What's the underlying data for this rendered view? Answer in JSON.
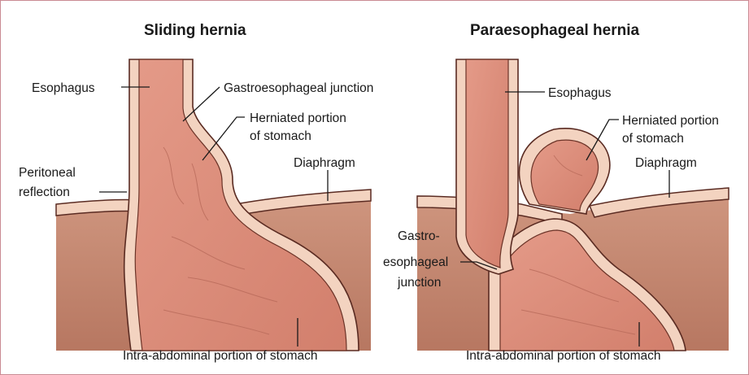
{
  "panels": {
    "sliding": {
      "title": "Sliding hernia",
      "labels": {
        "esophagus": "Esophagus",
        "ge_junction": "Gastroesophageal junction",
        "herniated_1": "Herniated portion",
        "herniated_2": "of stomach",
        "peritoneal_1": "Peritoneal",
        "peritoneal_2": "reflection",
        "diaphragm": "Diaphragm",
        "intra_abdominal": "Intra-abdominal portion of stomach"
      }
    },
    "paraesophageal": {
      "title": "Paraesophageal hernia",
      "labels": {
        "esophagus": "Esophagus",
        "herniated_1": "Herniated portion",
        "herniated_2": "of stomach",
        "diaphragm": "Diaphragm",
        "ge_1": "Gastro-",
        "ge_2": "esophageal",
        "ge_3": "junction",
        "intra_abdominal": "Intra-abdominal portion of stomach"
      }
    }
  },
  "colors": {
    "frame": "#c98a93",
    "tissue_body": "#c98a73",
    "stomach": "#dd8a78",
    "wall": "#f3d3c0",
    "outline": "#5a2b22"
  }
}
